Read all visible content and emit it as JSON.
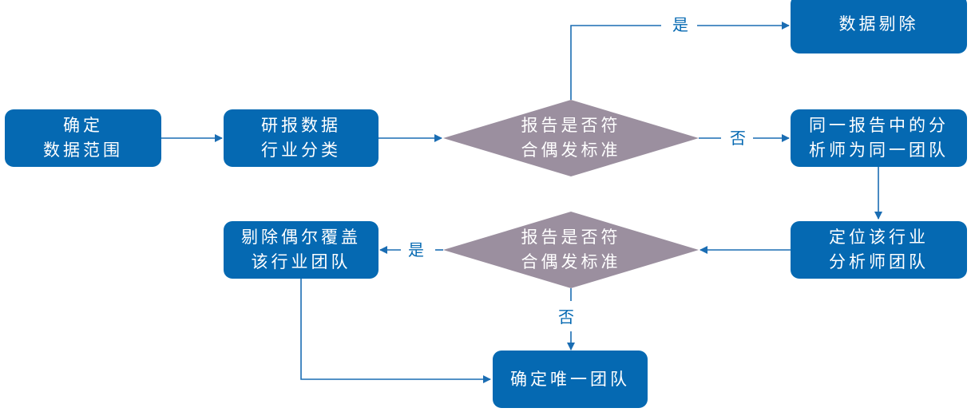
{
  "colors": {
    "process_box": "#0569b2",
    "decision": "#9b8f9f",
    "connector": "#1a6db3",
    "box_text": "#ffffff",
    "edge_label_text": "#0569b2"
  },
  "nodes": {
    "determine_scope": {
      "lines": [
        "确定",
        "数据范围"
      ]
    },
    "classify_industry": {
      "lines": [
        "研报数据",
        "行业分类"
      ]
    },
    "decision_1": {
      "lines": [
        "报告是否符",
        "合偶发标准"
      ]
    },
    "remove_data": {
      "lines": [
        "数据剔除"
      ]
    },
    "same_team": {
      "lines": [
        "同一报告中的分",
        "析师为同一团队"
      ]
    },
    "locate_team": {
      "lines": [
        "定位该行业",
        "分析师团队"
      ]
    },
    "decision_2": {
      "lines": [
        "报告是否符",
        "合偶发标准"
      ]
    },
    "remove_occasional": {
      "lines": [
        "剔除偶尔覆盖",
        "该行业团队"
      ]
    },
    "unique_team": {
      "lines": [
        "确定唯一团队"
      ]
    }
  },
  "edge_labels": {
    "d1_yes": "是",
    "d1_no": "否",
    "d2_yes": "是",
    "d2_no": "否"
  }
}
